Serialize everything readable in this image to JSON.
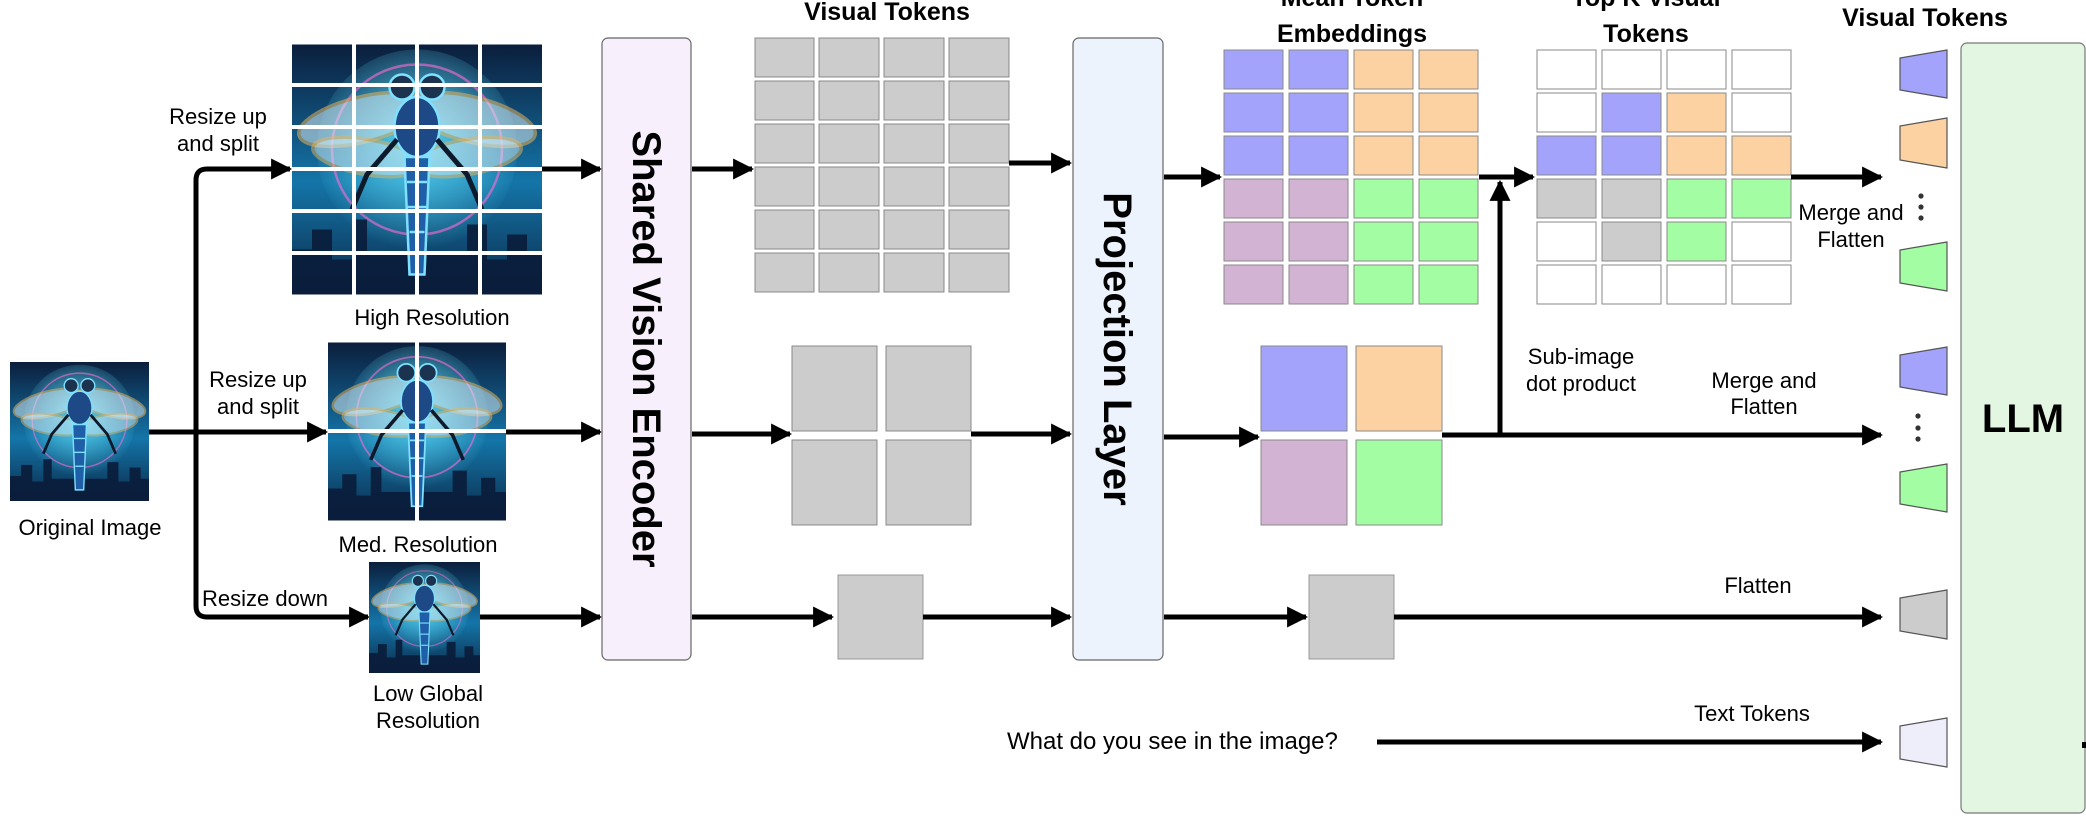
{
  "labels": {
    "original_image": "Original Image",
    "resize_up_split_top_1": "Resize up",
    "resize_up_split_top_2": "and split",
    "resize_up_split_mid_1": "Resize up",
    "resize_up_split_mid_2": "and split",
    "resize_down": "Resize down",
    "high_resolution": "High Resolution",
    "med_resolution": "Med. Resolution",
    "low_global_1": "Low Global",
    "low_global_2": "Resolution",
    "shared_vision_encoder": "Shared Vision Encoder",
    "visual_tokens_header": "Visual Tokens",
    "projection_layer": "Projection Layer",
    "mean_token_1": "Mean Token",
    "mean_token_2": "Embeddings",
    "topk_1": "Top K Visual",
    "topk_2": "Tokens",
    "visual_tokens_right": "Visual Tokens",
    "merge_flatten_top_1": "Merge and",
    "merge_flatten_top_2": "Flatten",
    "subimage_1": "Sub-image",
    "subimage_2": "dot product",
    "merge_flatten_mid_1": "Merge and",
    "merge_flatten_mid_2": "Flatten",
    "flatten": "Flatten",
    "text_tokens": "Text Tokens",
    "question": "What do you see in the image?",
    "llm": "LLM"
  },
  "colors": {
    "encoder_fill": "#f8effc",
    "projection_fill": "#ecf3fd",
    "llm_fill": "#e2f6e2",
    "token_gray": "#cccccc",
    "token_blue": "#a3a3fb",
    "token_orange": "#fdd2a3",
    "token_purple": "#d3b3d3",
    "token_green": "#a3fda3",
    "token_lavender": "#eeeefb"
  },
  "icons": {
    "input_image": "dragonfly-robot-image"
  }
}
